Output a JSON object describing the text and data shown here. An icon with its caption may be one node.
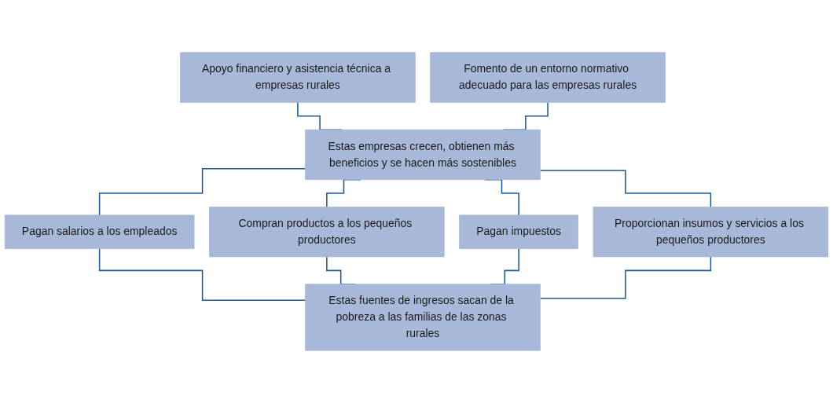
{
  "diagram": {
    "nodes": [
      {
        "text": [
          "Apoyo financiero y asistencia técnica a empresas rurales"
        ]
      },
      {
        "text": [
          "Fomento de un entorno normativo adecuado para las empresas rurales"
        ]
      },
      {
        "text": [
          "Estas empresas crecen, obtienen más beneficios y se hacen más sostenibles"
        ]
      },
      {
        "text": [
          "Pagan salarios a los empleados"
        ]
      },
      {
        "text": [
          "Compran productos a los pequeños productores"
        ]
      },
      {
        "text": [
          "Pagan impuestos"
        ]
      },
      {
        "text": [
          "Proporcionan insumos y servicios a los pequeños productores"
        ]
      },
      {
        "text": [
          "Estas fuentes de ingresos sacan de la pobreza a las familias de las zonas rurales"
        ]
      }
    ],
    "edges": [
      {
        "from": 0,
        "to": 2,
        "arrow": "none"
      },
      {
        "from": 1,
        "to": 2,
        "arrow": "none"
      },
      {
        "from": 2,
        "to": 3,
        "arrow": "none"
      },
      {
        "from": 2,
        "to": 4,
        "arrow": "none"
      },
      {
        "from": 2,
        "to": 5,
        "arrow": "none"
      },
      {
        "from": 2,
        "to": 6,
        "arrow": "none"
      },
      {
        "from": 3,
        "to": 7,
        "arrow": "none"
      },
      {
        "from": 4,
        "to": 7,
        "arrow": "none"
      },
      {
        "from": 5,
        "to": 7,
        "arrow": "none"
      },
      {
        "from": 6,
        "to": 7,
        "arrow": "none"
      }
    ]
  }
}
